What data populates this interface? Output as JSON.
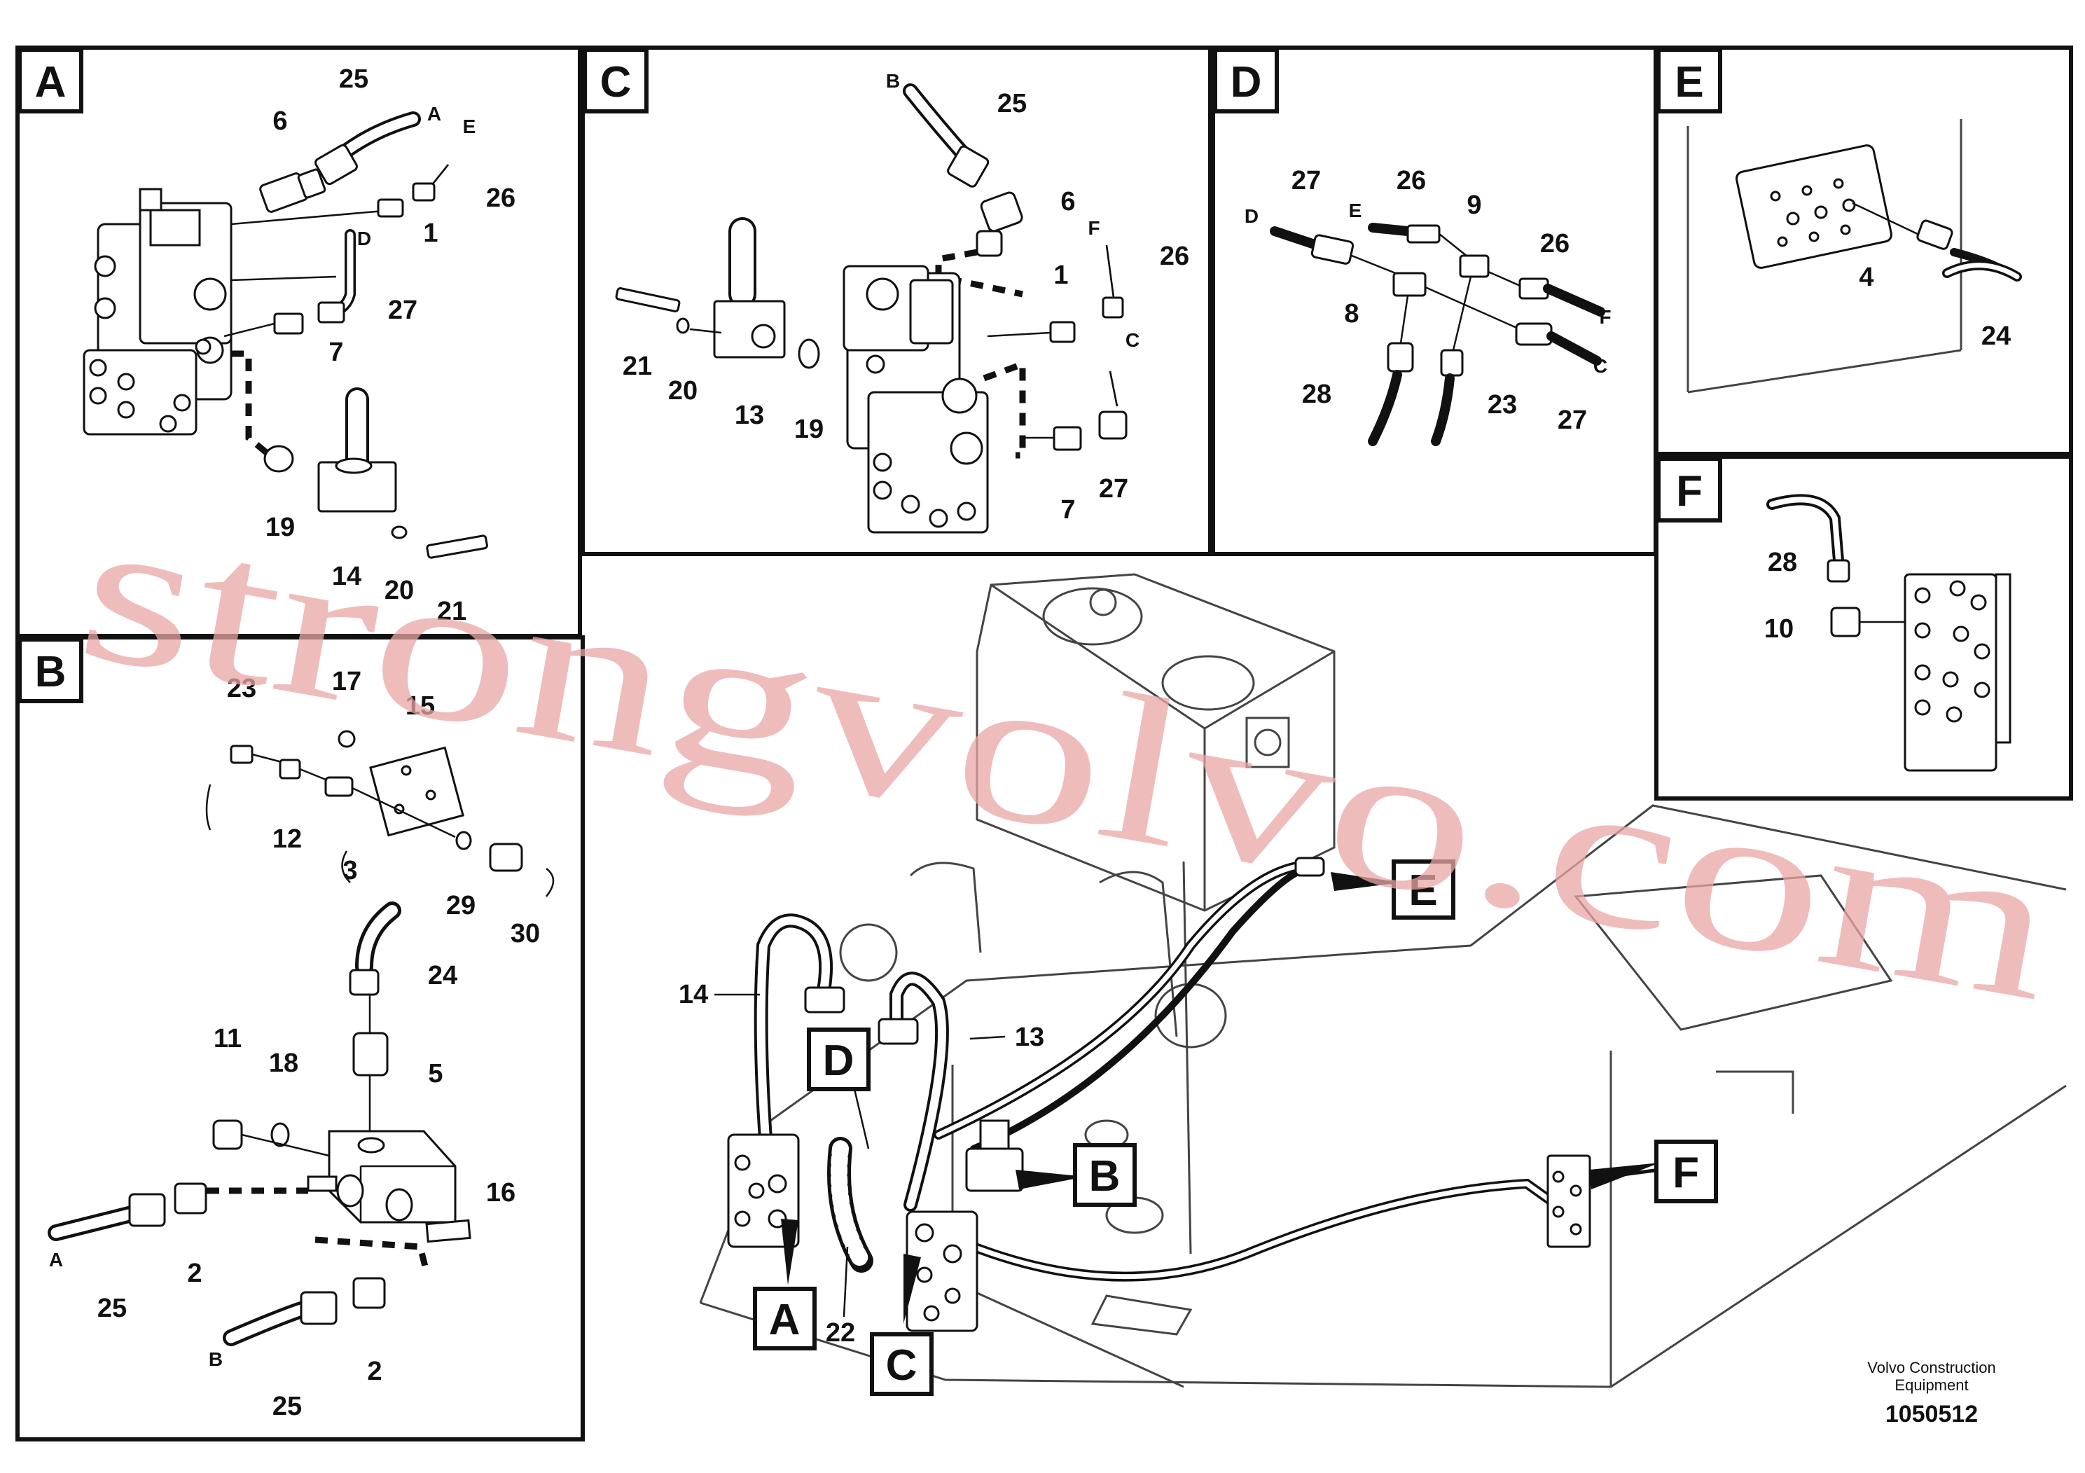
{
  "panels": {
    "A": {
      "tag": "A",
      "labels": {
        "p25": "25",
        "pA": "A",
        "pE": "E",
        "p6": "6",
        "p26": "26",
        "p1": "1",
        "pD": "D",
        "p27": "27",
        "p7": "7",
        "p19": "19",
        "p14": "14",
        "p20": "20",
        "p21": "21"
      }
    },
    "C": {
      "tag": "C",
      "labels": {
        "pB": "B",
        "p25": "25",
        "p6": "6",
        "pF": "F",
        "p26": "26",
        "p1": "1",
        "pC": "C",
        "p21": "21",
        "p20": "20",
        "p13": "13",
        "p19": "19",
        "p7": "7",
        "p27": "27"
      }
    },
    "D": {
      "tag": "D",
      "labels": {
        "p27a": "27",
        "p26a": "26",
        "p9": "9",
        "pD": "D",
        "pE": "E",
        "p26b": "26",
        "p8": "8",
        "pF": "F",
        "p28": "28",
        "p23": "23",
        "pC": "C",
        "p27b": "27"
      }
    },
    "E": {
      "tag": "E",
      "labels": {
        "p4": "4",
        "p24": "24"
      }
    },
    "F": {
      "tag": "F",
      "labels": {
        "p28": "28",
        "p10": "10"
      }
    },
    "B": {
      "tag": "B",
      "labels": {
        "p23": "23",
        "p17": "17",
        "p15": "15",
        "p12": "12",
        "p3": "3",
        "p29": "29",
        "p30": "30",
        "p24": "24",
        "p5": "5",
        "p11": "11",
        "p18": "18",
        "p16": "16",
        "pA": "A",
        "p25a": "25",
        "p2a": "2",
        "pB": "B",
        "p25b": "25",
        "p2b": "2"
      }
    },
    "main": {
      "labels": {
        "p14": "14",
        "p13": "13",
        "p22": "22"
      },
      "callouts": {
        "A": "A",
        "B": "B",
        "C": "C",
        "D": "D",
        "E": "E",
        "F": "F"
      }
    }
  },
  "watermark": "strongvolvo.com",
  "footer": {
    "line1": "Volvo Construction",
    "line2": "Equipment",
    "code": "1050512"
  }
}
